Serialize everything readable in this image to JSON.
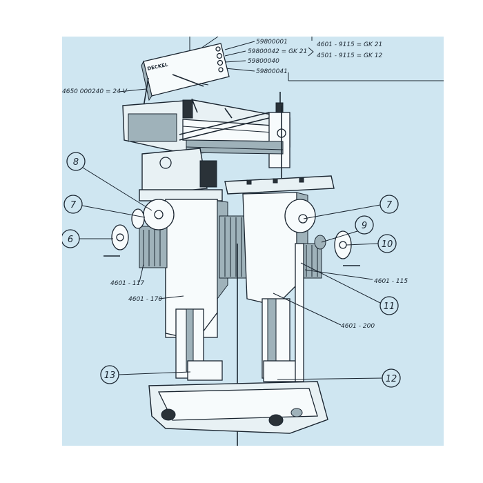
{
  "parts_top": {
    "numbers": [
      "59800001",
      "59800042 = GK 21",
      "59800040",
      "59800041"
    ],
    "variants": [
      "4601 - 9115 = GK 21",
      "4501 - 9115 = GK 12"
    ],
    "motor": "4650 000240 = 24 V",
    "brand_logo": "DECKEL"
  },
  "part_labels": [
    "4601 - 117",
    "4601 - 170",
    "4601 - 200",
    "4601 - 115"
  ],
  "callouts": [
    "8",
    "7",
    "6",
    "7",
    "9",
    "10",
    "11",
    "12",
    "13"
  ]
}
